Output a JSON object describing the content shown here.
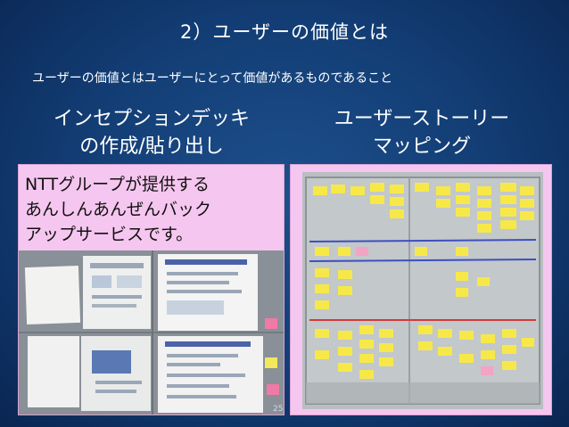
{
  "slide": {
    "title": "2）ユーザーの価値とは",
    "subtitle": "ユーザーの価値とはユーザーにとって価値があるものであること",
    "columns": [
      {
        "heading_line1": "インセプションデッキ",
        "heading_line2": "の作成/貼り出し"
      },
      {
        "heading_line1": "ユーザーストーリー",
        "heading_line2": "マッピング"
      }
    ],
    "left_panel": {
      "caption_line1": "NTTグループが提供する",
      "caption_line2": "あんしんあんぜんバック",
      "caption_line3": "アップサービスです。"
    },
    "page_number": "25"
  },
  "colors": {
    "background": "#123c73",
    "panel": "#f5c6ef",
    "sticky_yellow": "#f7e84a",
    "line_blue": "#3d4fbf",
    "line_red": "#d23a3a"
  }
}
